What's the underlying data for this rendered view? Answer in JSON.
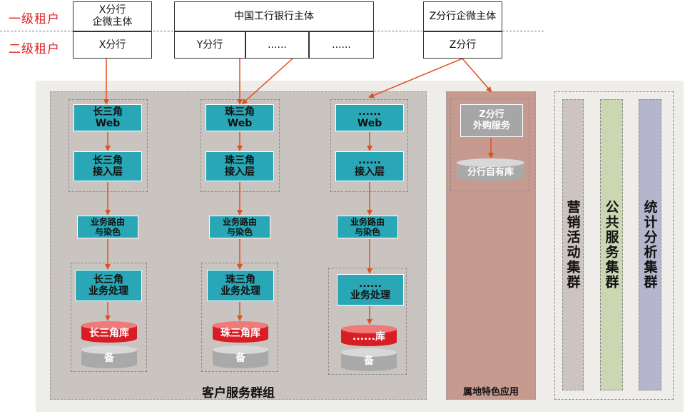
{
  "tiers": {
    "level1": "一级租户",
    "level2": "二级租户"
  },
  "top": {
    "x_entity": "X分行\n企微主体",
    "x_branch": "X分行",
    "icbc_entity": "中国工行银行主体",
    "y_branch": "Y分行",
    "ellipsis_1": "......",
    "ellipsis_2": "......",
    "z_entity": "Z分行企微主体",
    "z_branch": "Z分行"
  },
  "groups": {
    "customer": {
      "caption": "客户服务群组",
      "columns": [
        {
          "web": "长三角\nWeb",
          "access": "长三角\n接入层",
          "routing": "业务路由\n与染色",
          "processing": "长三角\n业务处理",
          "db": "长三角库",
          "backup": "备"
        },
        {
          "web": "珠三角\nWeb",
          "access": "珠三角\n接入层",
          "routing": "业务路由\n与染色",
          "processing": "珠三角\n业务处理",
          "db": "珠三角库",
          "backup": "备"
        },
        {
          "web": "......\nWeb",
          "access": "......\n接入层",
          "routing": "业务路由\n与染色",
          "processing": "......\n业务处理",
          "db": "......库",
          "backup": "备"
        }
      ]
    },
    "local": {
      "caption": "属地特色应用",
      "service": "Z分行\n外购服务",
      "db": "分行自有库"
    },
    "clusters": [
      {
        "label": "营销活动集群",
        "color": "#cdc4bf"
      },
      {
        "label": "公共服务集群",
        "color": "#cbd7b3"
      },
      {
        "label": "统计分析集群",
        "color": "#b5b5cd"
      }
    ]
  },
  "colors": {
    "arrow": "#e0501e",
    "teal": "#2aa7b6",
    "tier_label": "#e02020",
    "db_red": "#d81e24"
  }
}
